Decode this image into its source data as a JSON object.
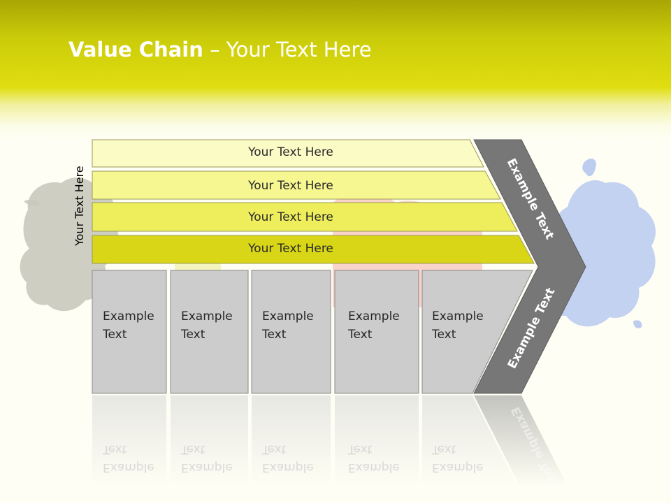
{
  "slide": {
    "title_bold": "Value Chain",
    "title_rest": " – Your Text Here",
    "side_label": "Your Text Here"
  },
  "bars": [
    {
      "label": "Your Text Here"
    },
    {
      "label": "Your Text Here"
    },
    {
      "label": "Your Text Here"
    },
    {
      "label": "Your Text Here"
    }
  ],
  "boxes": [
    {
      "line1": "Example",
      "line2": "Text"
    },
    {
      "line1": "Example",
      "line2": "Text"
    },
    {
      "line1": "Example",
      "line2": "Text"
    },
    {
      "line1": "Example",
      "line2": "Text"
    },
    {
      "line1": "Example",
      "line2": "Text"
    }
  ],
  "chevron": {
    "upper_label": "Example Text",
    "lower_label": "Example Text"
  },
  "colors": {
    "header": "#dcdb10",
    "bar_1": "#fbfbc6",
    "bar_2": "#f7f791",
    "bar_3": "#eeee5c",
    "bar_4": "#d8d617",
    "box": "#cccccc",
    "chevron": "#777777",
    "splash_left": "#c8c8bc",
    "splash_right": "#b4c8f0"
  }
}
